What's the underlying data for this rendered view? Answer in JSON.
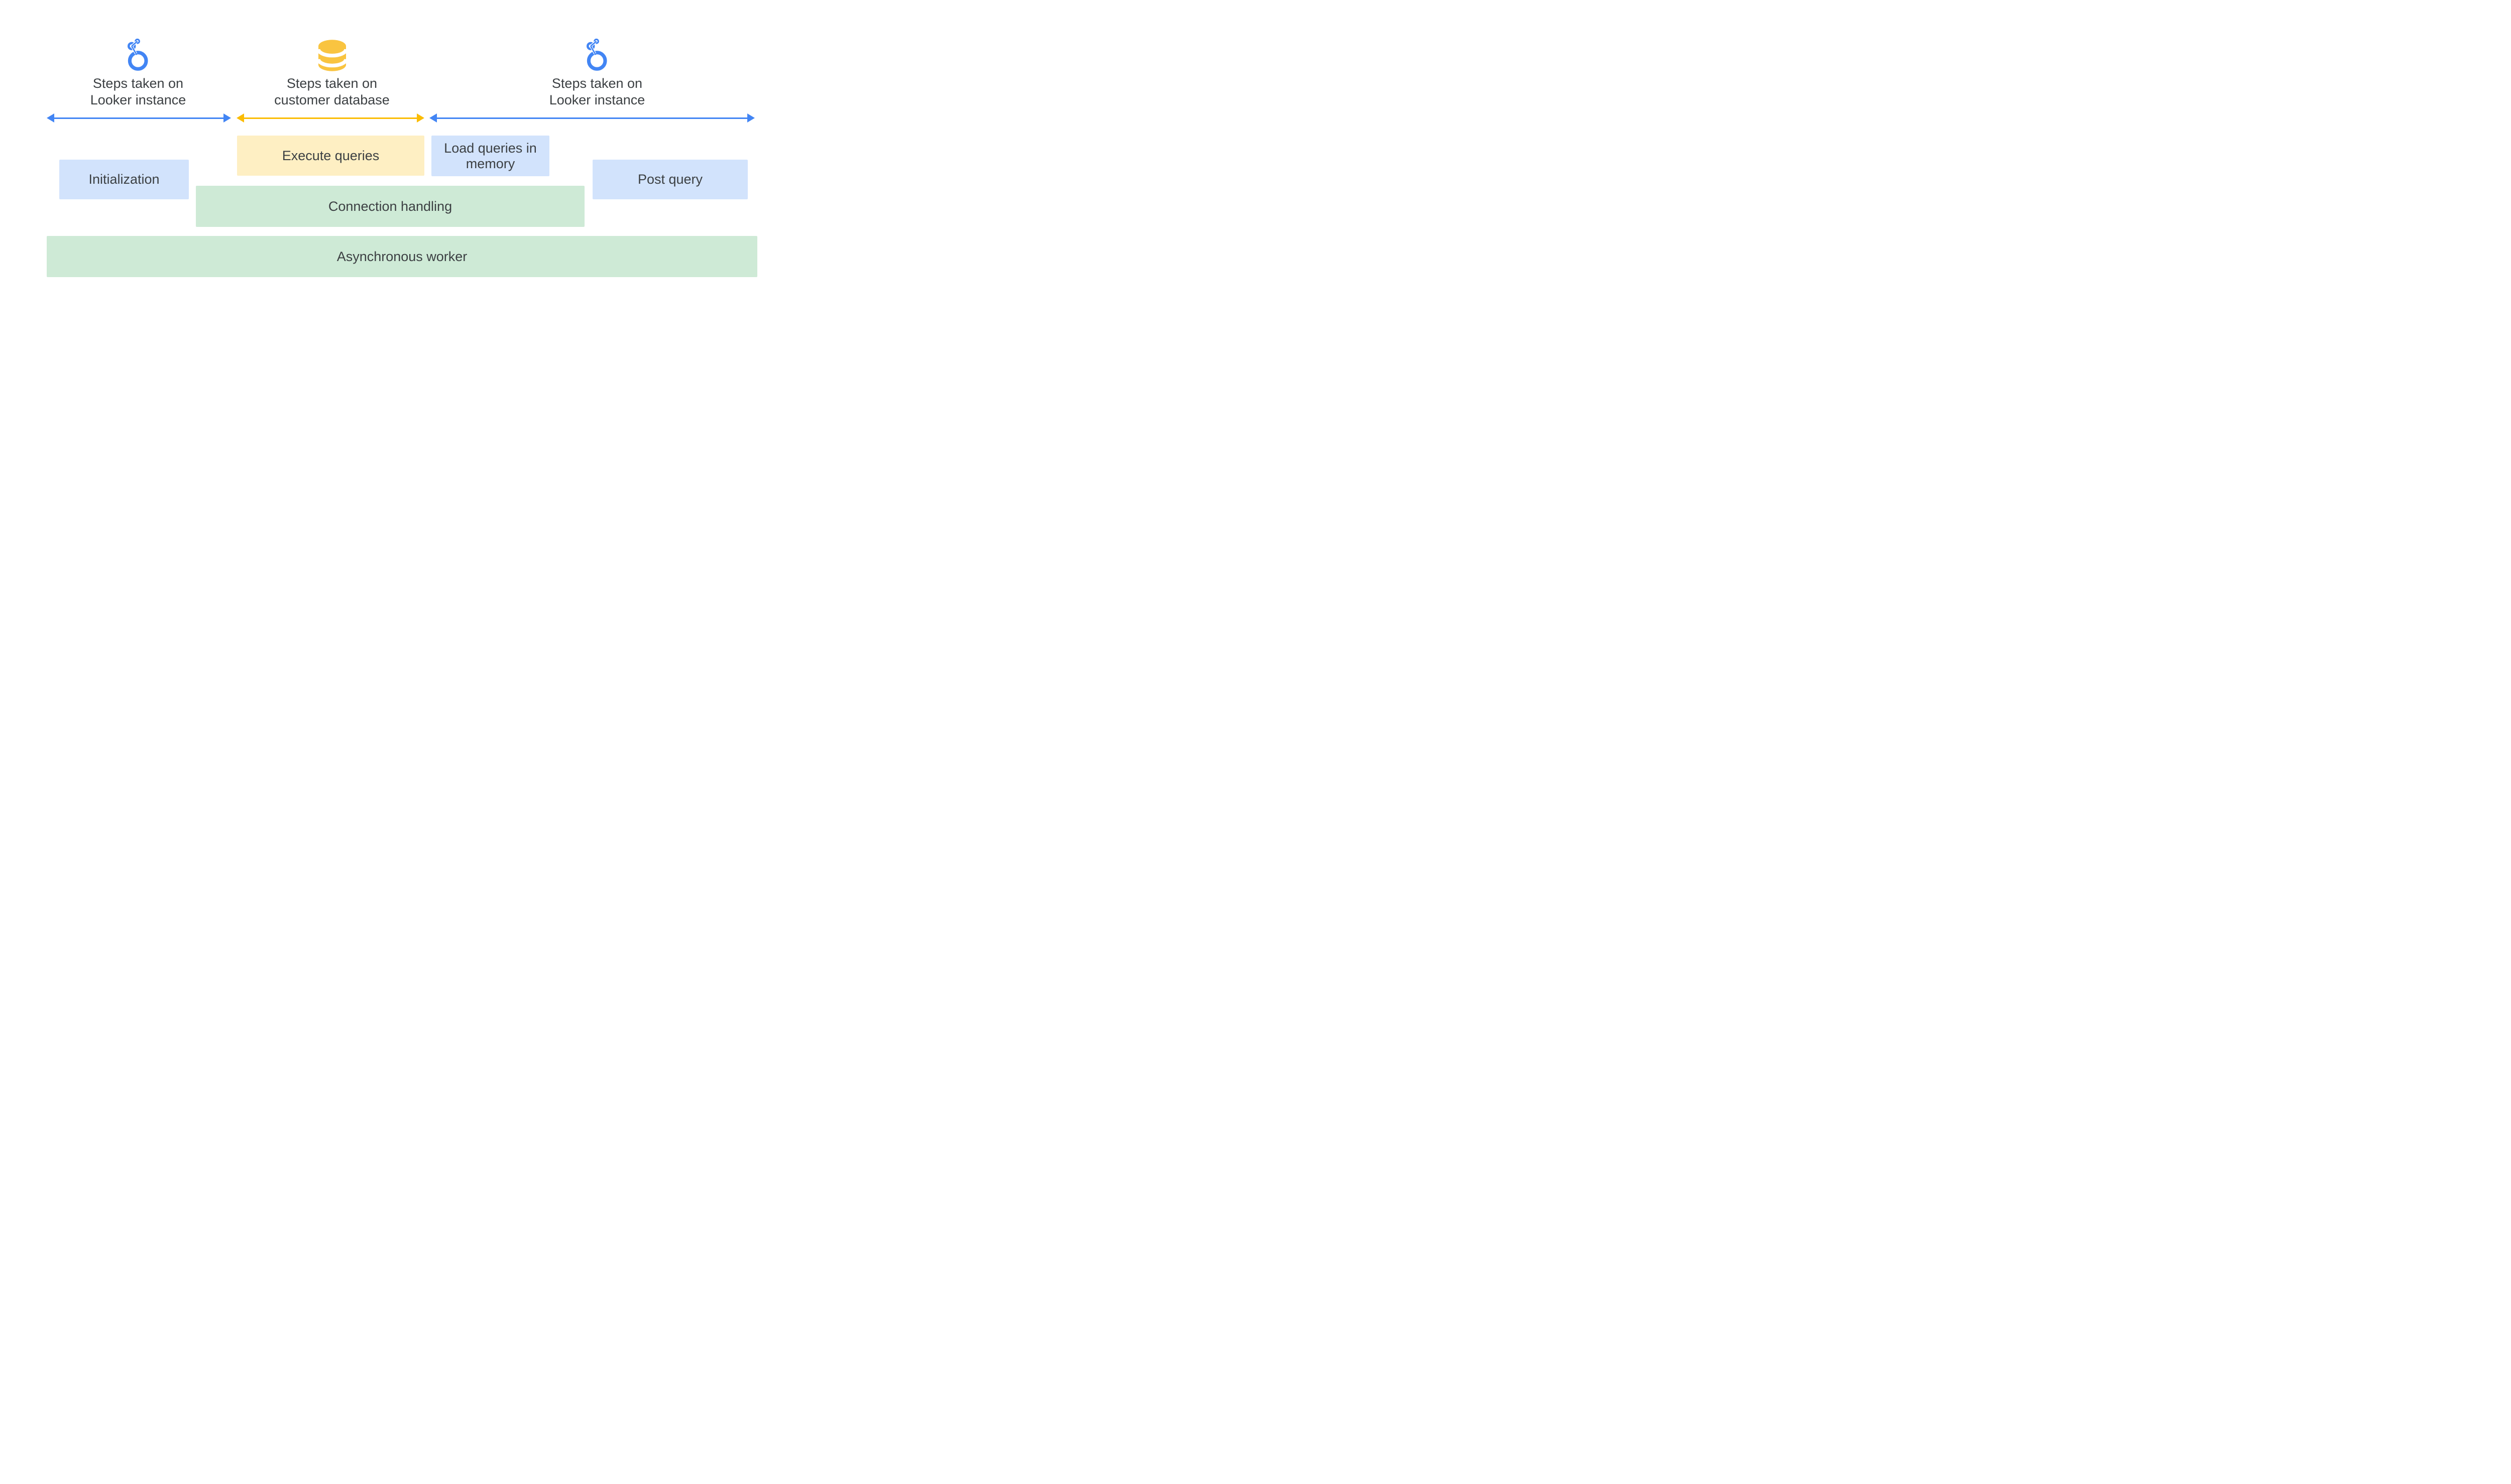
{
  "palette": {
    "blue": "#4285F4",
    "yellow": "#FBBC04",
    "icon_yellow": "#F9C440",
    "light_blue": "#D2E3FC",
    "light_yellow": "#FEEFC3",
    "light_green": "#CEEAD6",
    "text": "#3C4043"
  },
  "sections": [
    {
      "id": "looker-left",
      "icon": "looker-logo-icon",
      "label_line1": "Steps taken on",
      "label_line2": "Looker instance",
      "arrow_color": "blue"
    },
    {
      "id": "customer-db",
      "icon": "database-icon",
      "label_line1": "Steps taken on",
      "label_line2": "customer database",
      "arrow_color": "yellow"
    },
    {
      "id": "looker-right",
      "icon": "looker-logo-icon",
      "label_line1": "Steps taken on",
      "label_line2": "Looker instance",
      "arrow_color": "blue"
    }
  ],
  "boxes": [
    {
      "id": "initialization",
      "label": "Initialization",
      "color": "light_blue"
    },
    {
      "id": "execute-queries",
      "label": "Execute queries",
      "color": "light_yellow"
    },
    {
      "id": "load-queries-in-memory",
      "label": "Load queries in memory",
      "color": "light_blue"
    },
    {
      "id": "post-query",
      "label": "Post query",
      "color": "light_blue"
    },
    {
      "id": "connection-handling",
      "label": "Connection handling",
      "color": "light_green"
    },
    {
      "id": "asynchronous-worker",
      "label": "Asynchronous worker",
      "color": "light_green"
    }
  ]
}
